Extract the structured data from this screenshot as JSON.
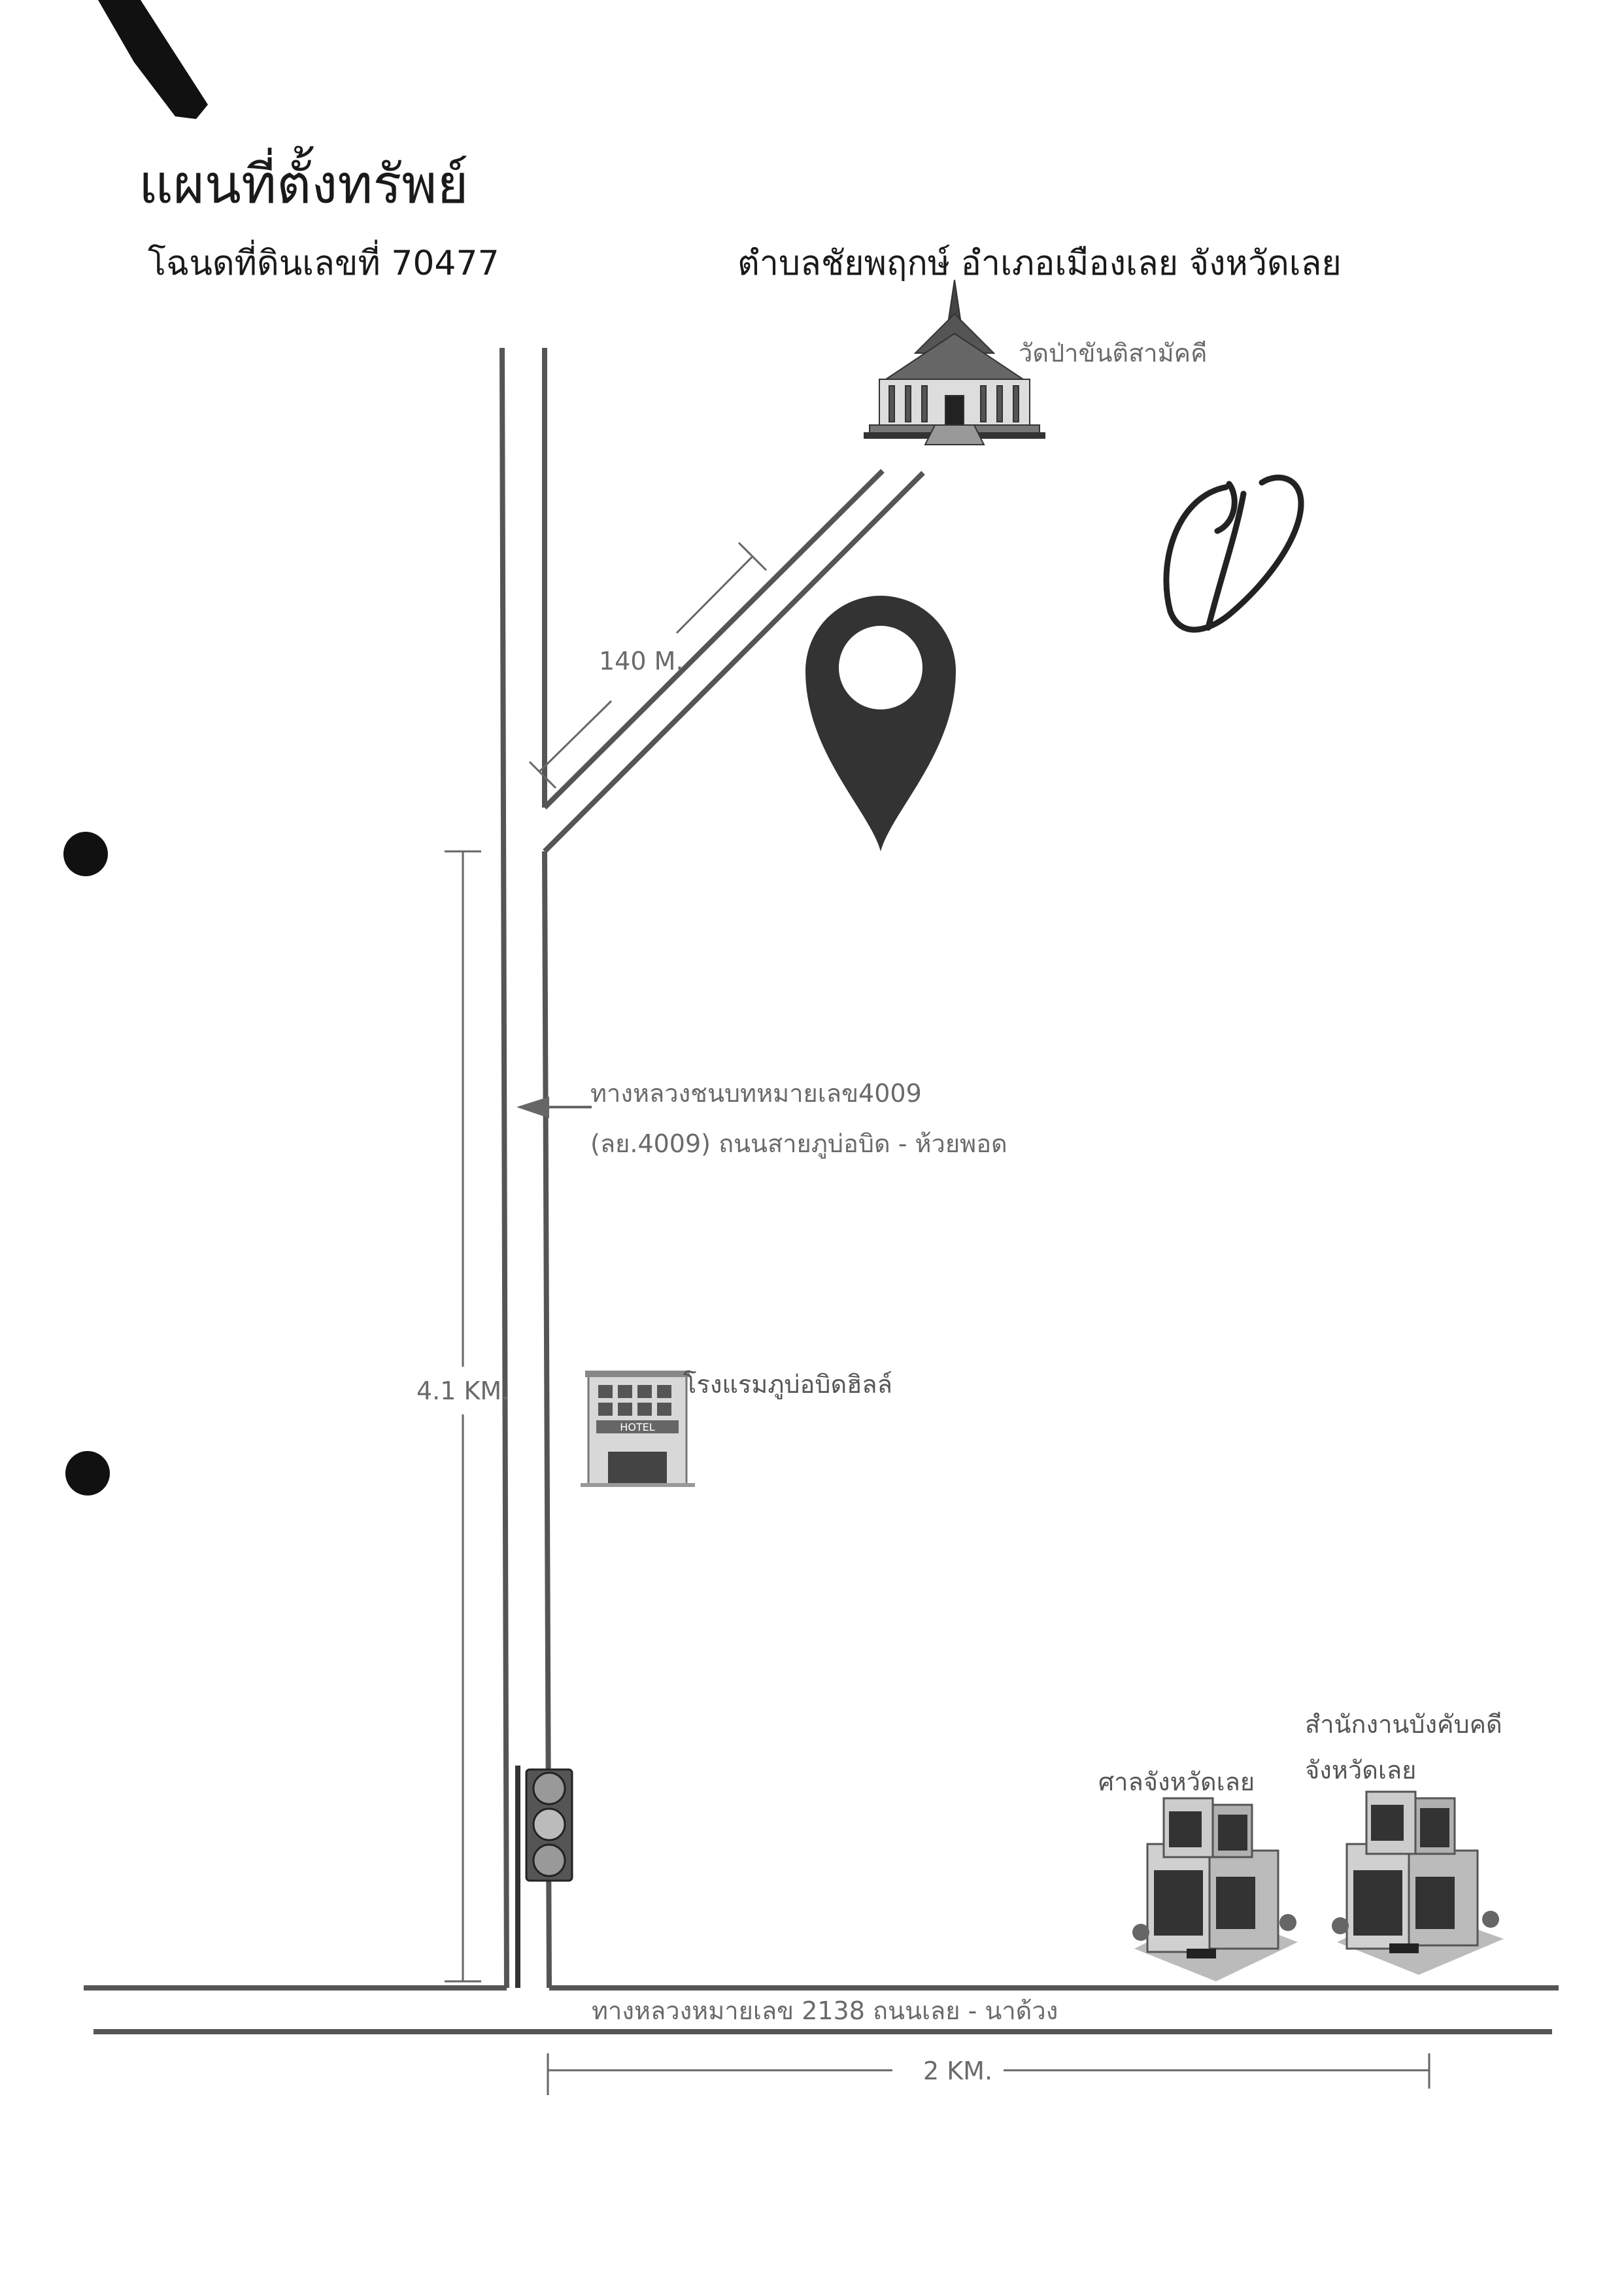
{
  "header": {
    "title": "แผนที่ตั้งทรัพย์",
    "deed": "โฉนดที่ดินเลขที่ 70477",
    "location": "ตำบลชัยพฤกษ์  อำเภอเมืองเลย  จังหวัดเลย"
  },
  "map": {
    "landmarks": {
      "temple": "วัดป่าขันติสามัคคี",
      "hotel": "โรงแรมภูบ่อบิดฮิลล์",
      "hotel_sign": "HOTEL",
      "court": "ศาลจังหวัดเลย",
      "enforcement_line1": "สำนักงานบังคับคดี",
      "enforcement_line2": "จังหวัดเลย"
    },
    "roads": {
      "rural_road_line1": "ทางหลวงชนบทหมายเลข4009",
      "rural_road_line2": "(ลย.4009) ถนนสายภูบ่อบิด - ห้วยพอด",
      "highway": "ทางหลวงหมายเลข 2138  ถนนเลย - นาด้วง"
    },
    "distances": {
      "branch": "140 M.",
      "vertical": "4.1 KM.",
      "horizontal": "2 KM."
    }
  },
  "annotations": {
    "handwritten_mark": "1"
  },
  "colors": {
    "road": "#555555",
    "pin": "#333333",
    "text": "#1a1a1a",
    "label": "#6a6a6a"
  }
}
